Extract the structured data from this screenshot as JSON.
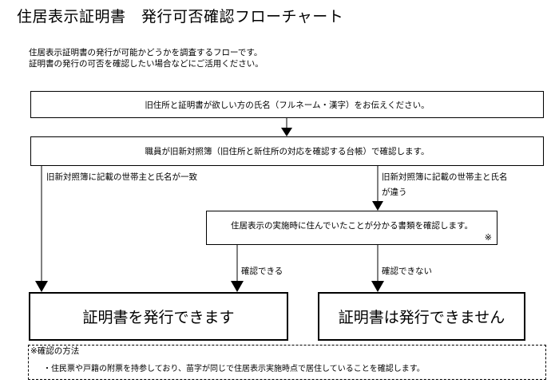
{
  "title": "住居表示証明書　発行可否確認フローチャート",
  "intro": {
    "line1": "住居表示証明書の発行が可能かどうかを調査するフローです。",
    "line2": "証明書の発行の可否を確認したい場合などにご活用ください。"
  },
  "boxes": {
    "step1": "旧住所と証明書が欲しい方の氏名（フルネーム・漢字）をお伝えください。",
    "step2": "職員が旧新対照簿（旧住所と新住所の対応を確認する台帳）で確認します。",
    "step3": "住居表示の実施時に住んでいたことが分かる書類を確認します。",
    "step3_mark": "※",
    "result_yes": "証明書を発行できます",
    "result_no": "証明書は発行できません"
  },
  "edges": {
    "match": "旧新対照簿に記載の世帯主と氏名が一致",
    "differ_line1": "旧新対照簿に記載の世帯主と氏名",
    "differ_line2": "が違う",
    "can_confirm": "確認できる",
    "cannot_confirm": "確認できない"
  },
  "note": {
    "title": "※確認の方法",
    "text": "・住民票や戸籍の附票を持参しており、苗字が同じで住居表示実施時点で居住していることを確認します。"
  }
}
